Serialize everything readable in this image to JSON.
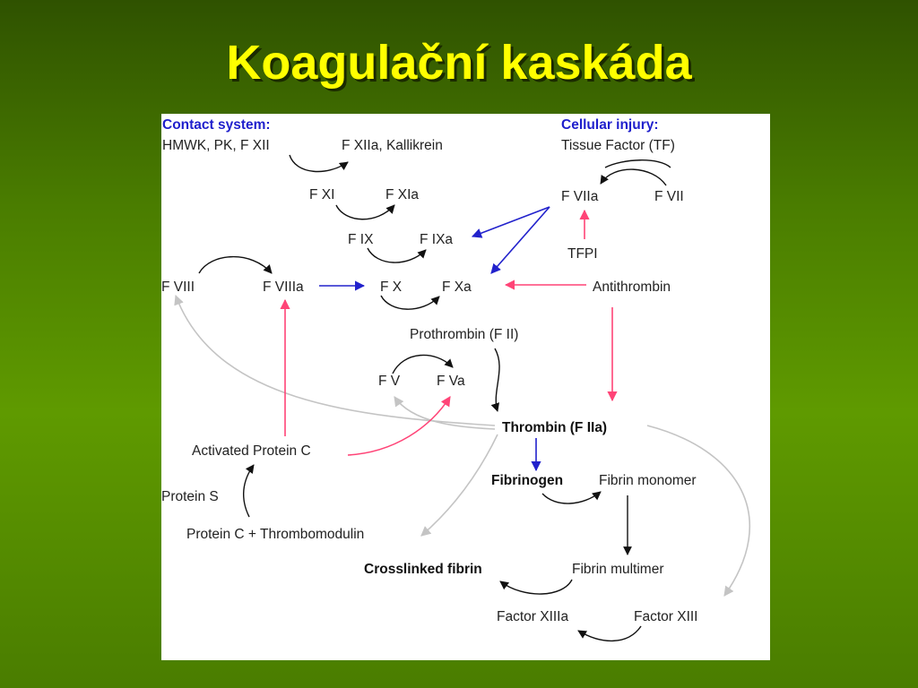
{
  "title": "Koagulační kaskáda",
  "colors": {
    "background": "#4a7d00",
    "title": "#ffff00",
    "header": "#1f1fcc",
    "arrow_black": "#111111",
    "arrow_blue": "#2222cc",
    "arrow_pink": "#ff4477",
    "arrow_grey": "#c4c4c4"
  },
  "headers": {
    "contact": "Contact system:",
    "cellular": "Cellular injury:"
  },
  "nodes": {
    "hmwk": "HMWK, PK, F XII",
    "fxiia": "F XIIa, Kallikrein",
    "tf": "Tissue Factor (TF)",
    "fxi": "F XI",
    "fxia": "F XIa",
    "fviia": "F VIIa",
    "fvii": "F VII",
    "fix": "F IX",
    "fixa": "F IXa",
    "tfpi": "TFPI",
    "fviii": "F VIII",
    "fviiia": "F VIIIa",
    "fx": "F X",
    "fxa": "F Xa",
    "antithrombin": "Antithrombin",
    "prothrombin": "Prothrombin (F II)",
    "fv": "F V",
    "fva": "F Va",
    "thrombin": "Thrombin (F IIa)",
    "apc": "Activated Protein C",
    "fibrinogen": "Fibrinogen",
    "fibrin_monomer": "Fibrin monomer",
    "protein_s": "Protein S",
    "pc_tm": "Protein C + Thrombomodulin",
    "crosslinked": "Crosslinked fibrin",
    "fibrin_multimer": "Fibrin multimer",
    "fxiiia": "Factor XIIIa",
    "fxiii": "Factor XIII"
  }
}
